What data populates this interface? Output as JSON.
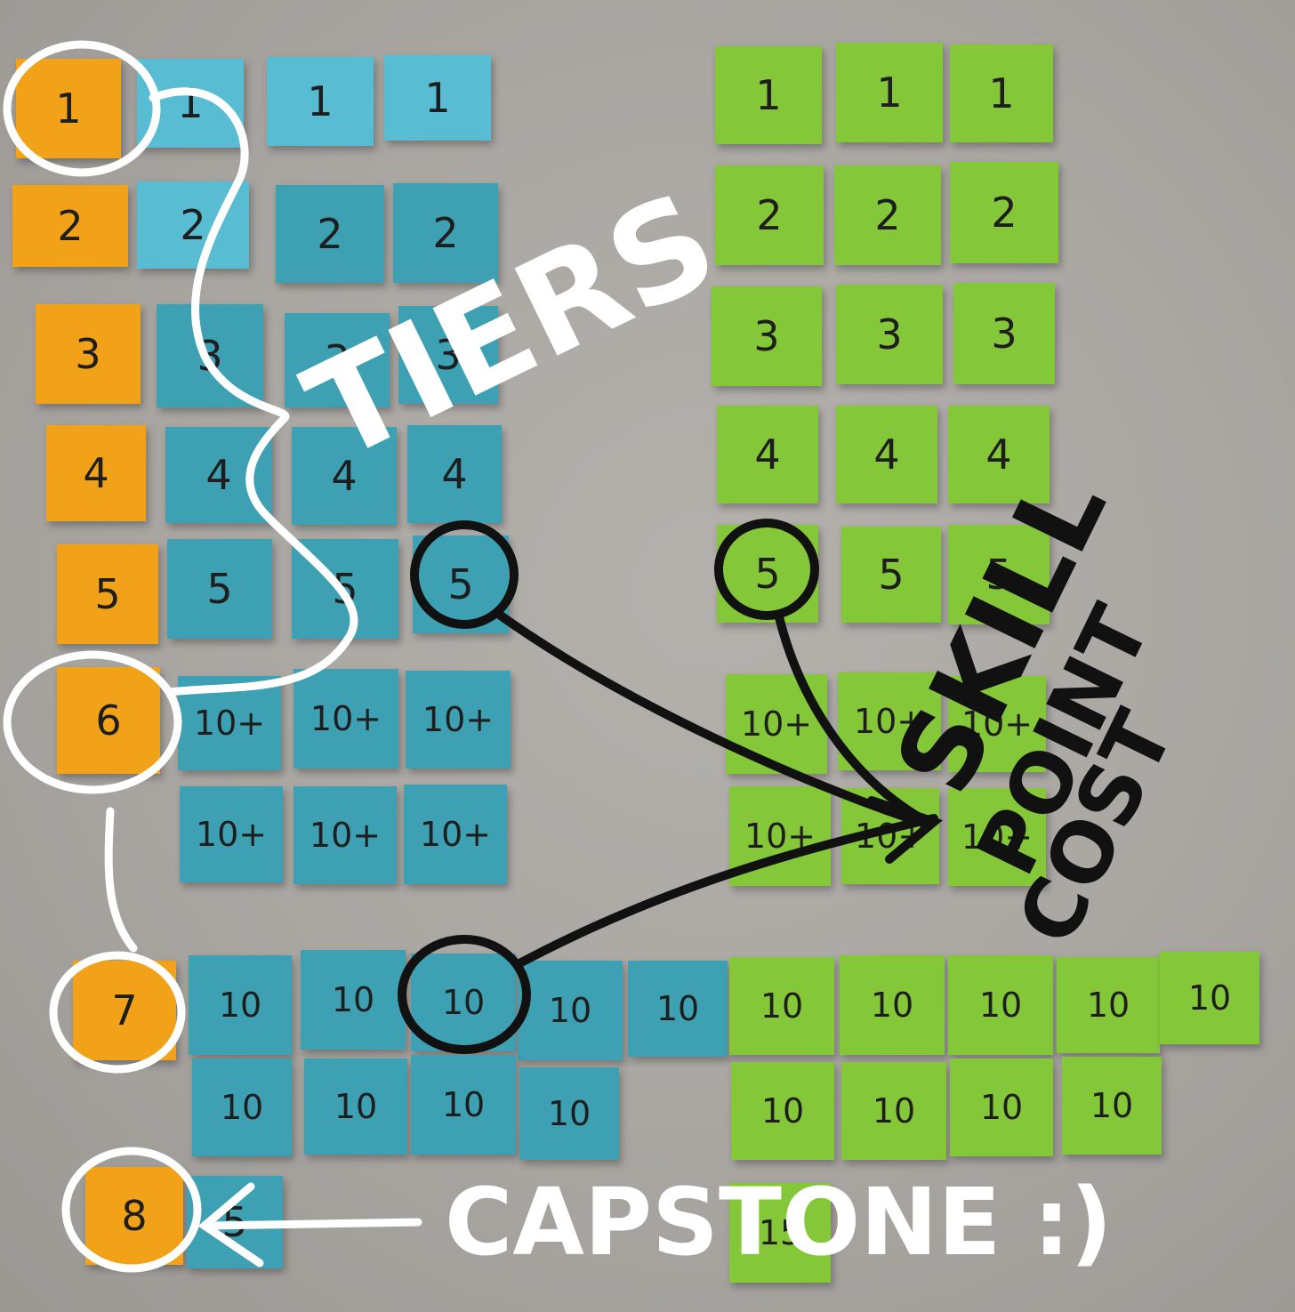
{
  "orange_column": [
    "1",
    "2",
    "3",
    "4",
    "5",
    "6",
    "7",
    "8"
  ],
  "light_blue_row1": [
    "1",
    "1",
    "1"
  ],
  "blue_row2": [
    "2",
    "2",
    "2"
  ],
  "blue_row3": [
    "3",
    "3",
    "3"
  ],
  "blue_row4": [
    "4",
    "4",
    "4"
  ],
  "blue_row5": [
    "5",
    "5",
    "5"
  ],
  "blue_row6": [
    "10+",
    "10+",
    "10+"
  ],
  "blue_row7": [
    "10+",
    "10+",
    "10+"
  ],
  "blue_row8": [
    "10",
    "10",
    "10",
    "10",
    "10"
  ],
  "blue_row9": [
    "10",
    "10",
    "10",
    "10"
  ],
  "blue_capstone": "5",
  "green_row1": [
    "1",
    "1",
    "1"
  ],
  "green_row2": [
    "2",
    "2",
    "2"
  ],
  "green_row3": [
    "3",
    "3",
    "3"
  ],
  "green_row4": [
    "4",
    "4",
    "4"
  ],
  "green_row5": [
    "5",
    "5",
    "5"
  ],
  "green_row6": [
    "10+",
    "10+",
    "10+"
  ],
  "green_row7": [
    "10+",
    "10+",
    "10+"
  ],
  "green_row8": [
    "10",
    "10",
    "10",
    "10",
    "10"
  ],
  "green_row9": [
    "10",
    "10",
    "10",
    "10"
  ],
  "green_capstone": "15",
  "annotations": {
    "tiers": "TIERS",
    "skill_point_cost": [
      "SKILL",
      "POINT",
      "COST"
    ],
    "capstone": "CAPSTONE :)"
  },
  "colors": {
    "orange": "#f2a218",
    "light_blue": "#58bcd2",
    "teal": "#3ea1b3",
    "green": "#84c83a",
    "chalk": "#ffffff",
    "ink": "#111111"
  }
}
